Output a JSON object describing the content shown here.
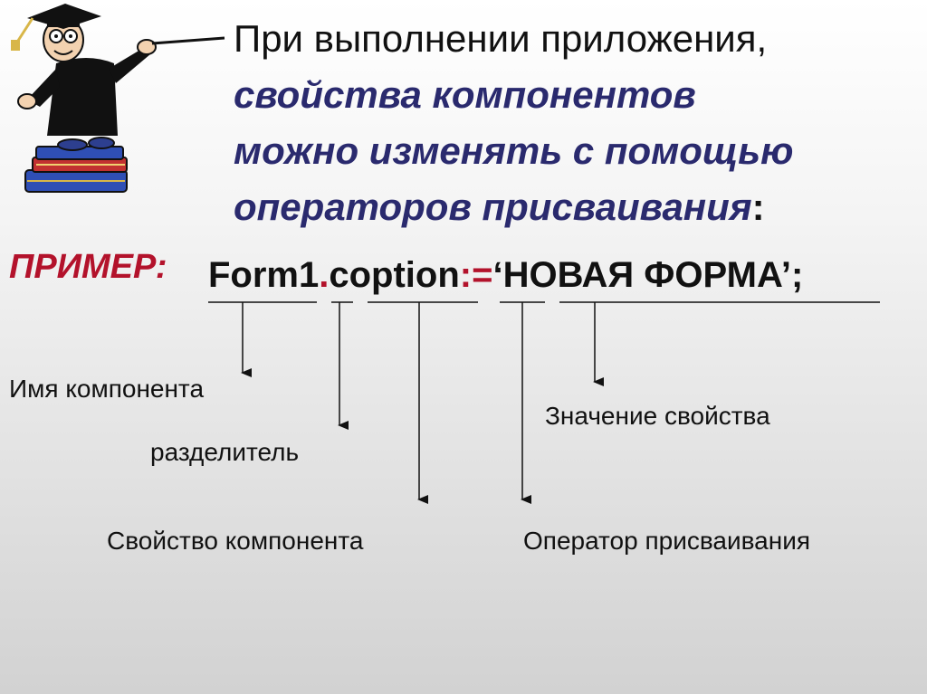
{
  "title": {
    "line1": "При выполнении приложения,",
    "line2": "свойства компонентов",
    "line3": "можно изменять с помощью",
    "line4": "операторов присваивания",
    "colon": ":"
  },
  "example": {
    "label": "ПРИМЕР:",
    "component": "Form1",
    "separator": ".",
    "property": "coption",
    "assign": ":=",
    "value": "‘НОВАЯ ФОРМА’;"
  },
  "labels": {
    "component_name": "Имя компонента",
    "separator": "разделитель",
    "property": "Свойство компонента",
    "value": "Значение свойства",
    "assign_operator": "Оператор присваивания"
  },
  "colors": {
    "title_emphasis": "#2a2a6e",
    "accent_red": "#b3122b"
  },
  "icons": [
    "professor-on-books-clipart"
  ]
}
